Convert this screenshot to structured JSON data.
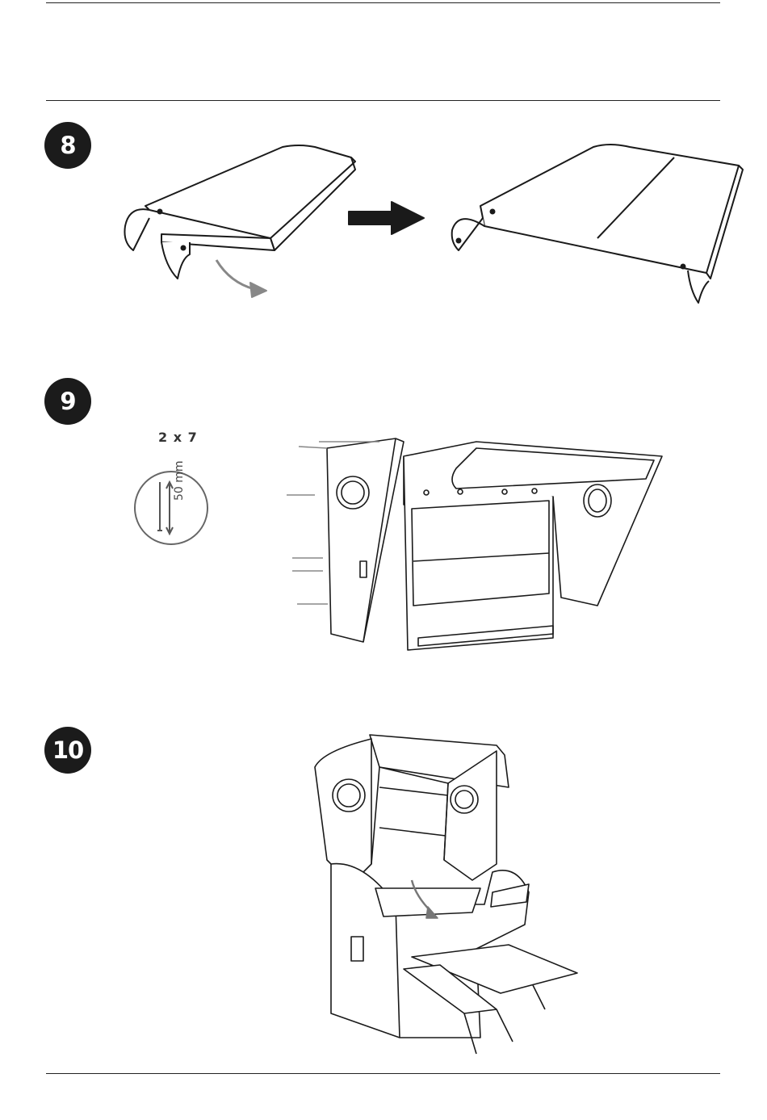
{
  "steps": [
    {
      "number": "8",
      "icon": "canopy-fold-illustration"
    },
    {
      "number": "9",
      "icon": "side-panel-screw-illustration",
      "hardware": {
        "quantity": "2 x 7",
        "screw_length": "50 mm",
        "icon": "screw-icon"
      }
    },
    {
      "number": "10",
      "icon": "assembled-beach-chair-illustration"
    }
  ],
  "arrow_icon": "right-arrow-icon"
}
